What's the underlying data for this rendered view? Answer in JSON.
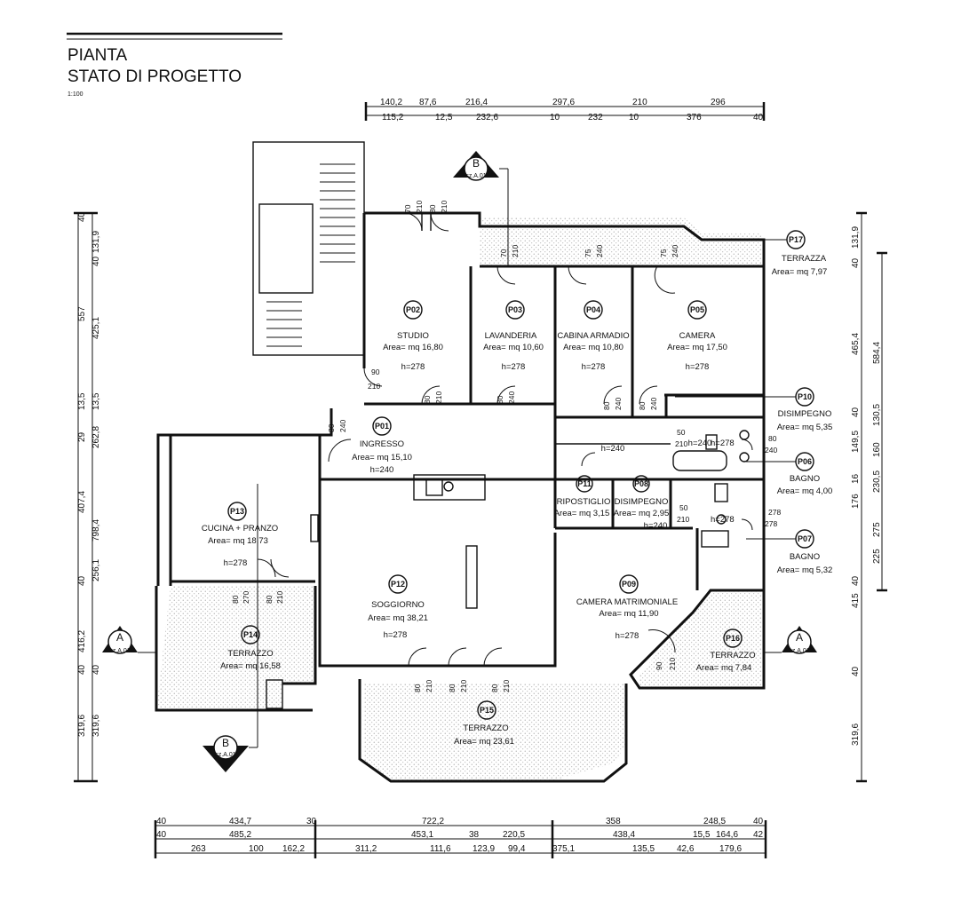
{
  "title": {
    "line1": "PIANTA",
    "line2": "STATO DI PROGETTO",
    "scale": "1:100"
  },
  "top_dims": {
    "row1": [
      "140,2",
      "87,6",
      "216,4",
      "297,6",
      "210",
      "296"
    ],
    "row2": [
      "115,2",
      "12,5",
      "232,6",
      "10",
      "232",
      "10",
      "376",
      "40"
    ]
  },
  "bottom_dims": {
    "row1": [
      "40",
      "434,7",
      "30",
      "722,2",
      "358",
      "248,5",
      "40"
    ],
    "row2": [
      "40",
      "485,2",
      "453,1",
      "38",
      "220,5",
      "438,4",
      "15,5",
      "164,6",
      "42"
    ],
    "row3": [
      "263",
      "100",
      "162,2",
      "311,2",
      "111,6",
      "123,9",
      "99,4",
      "375,1",
      "135,5",
      "42,6",
      "179,6"
    ]
  },
  "left_dims": {
    "col1": [
      "40",
      "557",
      "13,5",
      "29",
      "407,4",
      "40",
      "416,2",
      "40",
      "319,6"
    ],
    "col2": [
      "131,9",
      "40",
      "425,1",
      "13,5",
      "262,8",
      "798,4",
      "256,1",
      "40",
      "319,6"
    ]
  },
  "right_dims": {
    "col1": [
      "131,9",
      "40",
      "465,4",
      "40",
      "149,5",
      "16",
      "176",
      "40",
      "415",
      "40",
      "319,6"
    ],
    "col2": [
      "584,4",
      "130,5",
      "160",
      "230,5",
      "275",
      "225"
    ]
  },
  "rooms": [
    {
      "code": "P02",
      "name": "STUDIO",
      "area": "Area= mq 16,80",
      "h": "h=278"
    },
    {
      "code": "P03",
      "name": "LAVANDERIA",
      "area": "Area= mq 10,60",
      "h": "h=278"
    },
    {
      "code": "P04",
      "name": "CABINA ARMADIO",
      "area": "Area= mq 10,80",
      "h": "h=278"
    },
    {
      "code": "P05",
      "name": "CAMERA",
      "area": "Area= mq 17,50",
      "h": "h=278"
    },
    {
      "code": "P01",
      "name": "INGRESSO",
      "area": "Area= mq 15,10",
      "h": "h=240"
    },
    {
      "code": "P10",
      "name": "DISIMPEGNO",
      "area": "Area= mq 5,35",
      "h": "h=240"
    },
    {
      "code": "P06",
      "name": "BAGNO",
      "area": "Area= mq 4,00",
      "h": "h=278"
    },
    {
      "code": "P11",
      "name": "RIPOSTIGLIO",
      "area": "Area= mq 3,15",
      "h": ""
    },
    {
      "code": "P08",
      "name": "DISIMPEGNO",
      "area": "Area= mq 2,95",
      "h": "h=240"
    },
    {
      "code": "P07",
      "name": "BAGNO",
      "area": "Area= mq 5,32",
      "h": "h=278"
    },
    {
      "code": "P13",
      "name": "CUCINA + PRANZO",
      "area": "Area= mq 18,73",
      "h": "h=278"
    },
    {
      "code": "P12",
      "name": "SOGGIORNO",
      "area": "Area= mq 38,21",
      "h": "h=278"
    },
    {
      "code": "P09",
      "name": "CAMERA MATRIMONIALE",
      "area": "Area= mq 11,90",
      "h": "h=278"
    },
    {
      "code": "P14",
      "name": "TERRAZZO",
      "area": "Area= mq 16,58",
      "h": ""
    },
    {
      "code": "P15",
      "name": "TERRAZZO",
      "area": "Area= mq 23,61",
      "h": ""
    },
    {
      "code": "P16",
      "name": "TERRAZZO",
      "area": "Area= mq 7,84",
      "h": ""
    },
    {
      "code": "P17",
      "name": "TERRAZZA",
      "area": "Area= mq 7,97",
      "h": ""
    }
  ],
  "door_labels": [
    "90",
    "210",
    "80",
    "210",
    "80",
    "240",
    "80",
    "240",
    "80",
    "240",
    "80",
    "240",
    "70",
    "210",
    "80",
    "210",
    "70",
    "210",
    "75",
    "240",
    "75",
    "240",
    "50",
    "210",
    "50",
    "210",
    "278",
    "278",
    "80",
    "270",
    "80",
    "210",
    "80",
    "210",
    "80",
    "210",
    "80",
    "210",
    "90",
    "210",
    "80",
    "240"
  ],
  "h_extra": {
    "ingresso_corr": "h=240",
    "cucina_extra": "h=278"
  },
  "sections": {
    "a": "A",
    "b": "B",
    "ref": "sz.A.01"
  }
}
